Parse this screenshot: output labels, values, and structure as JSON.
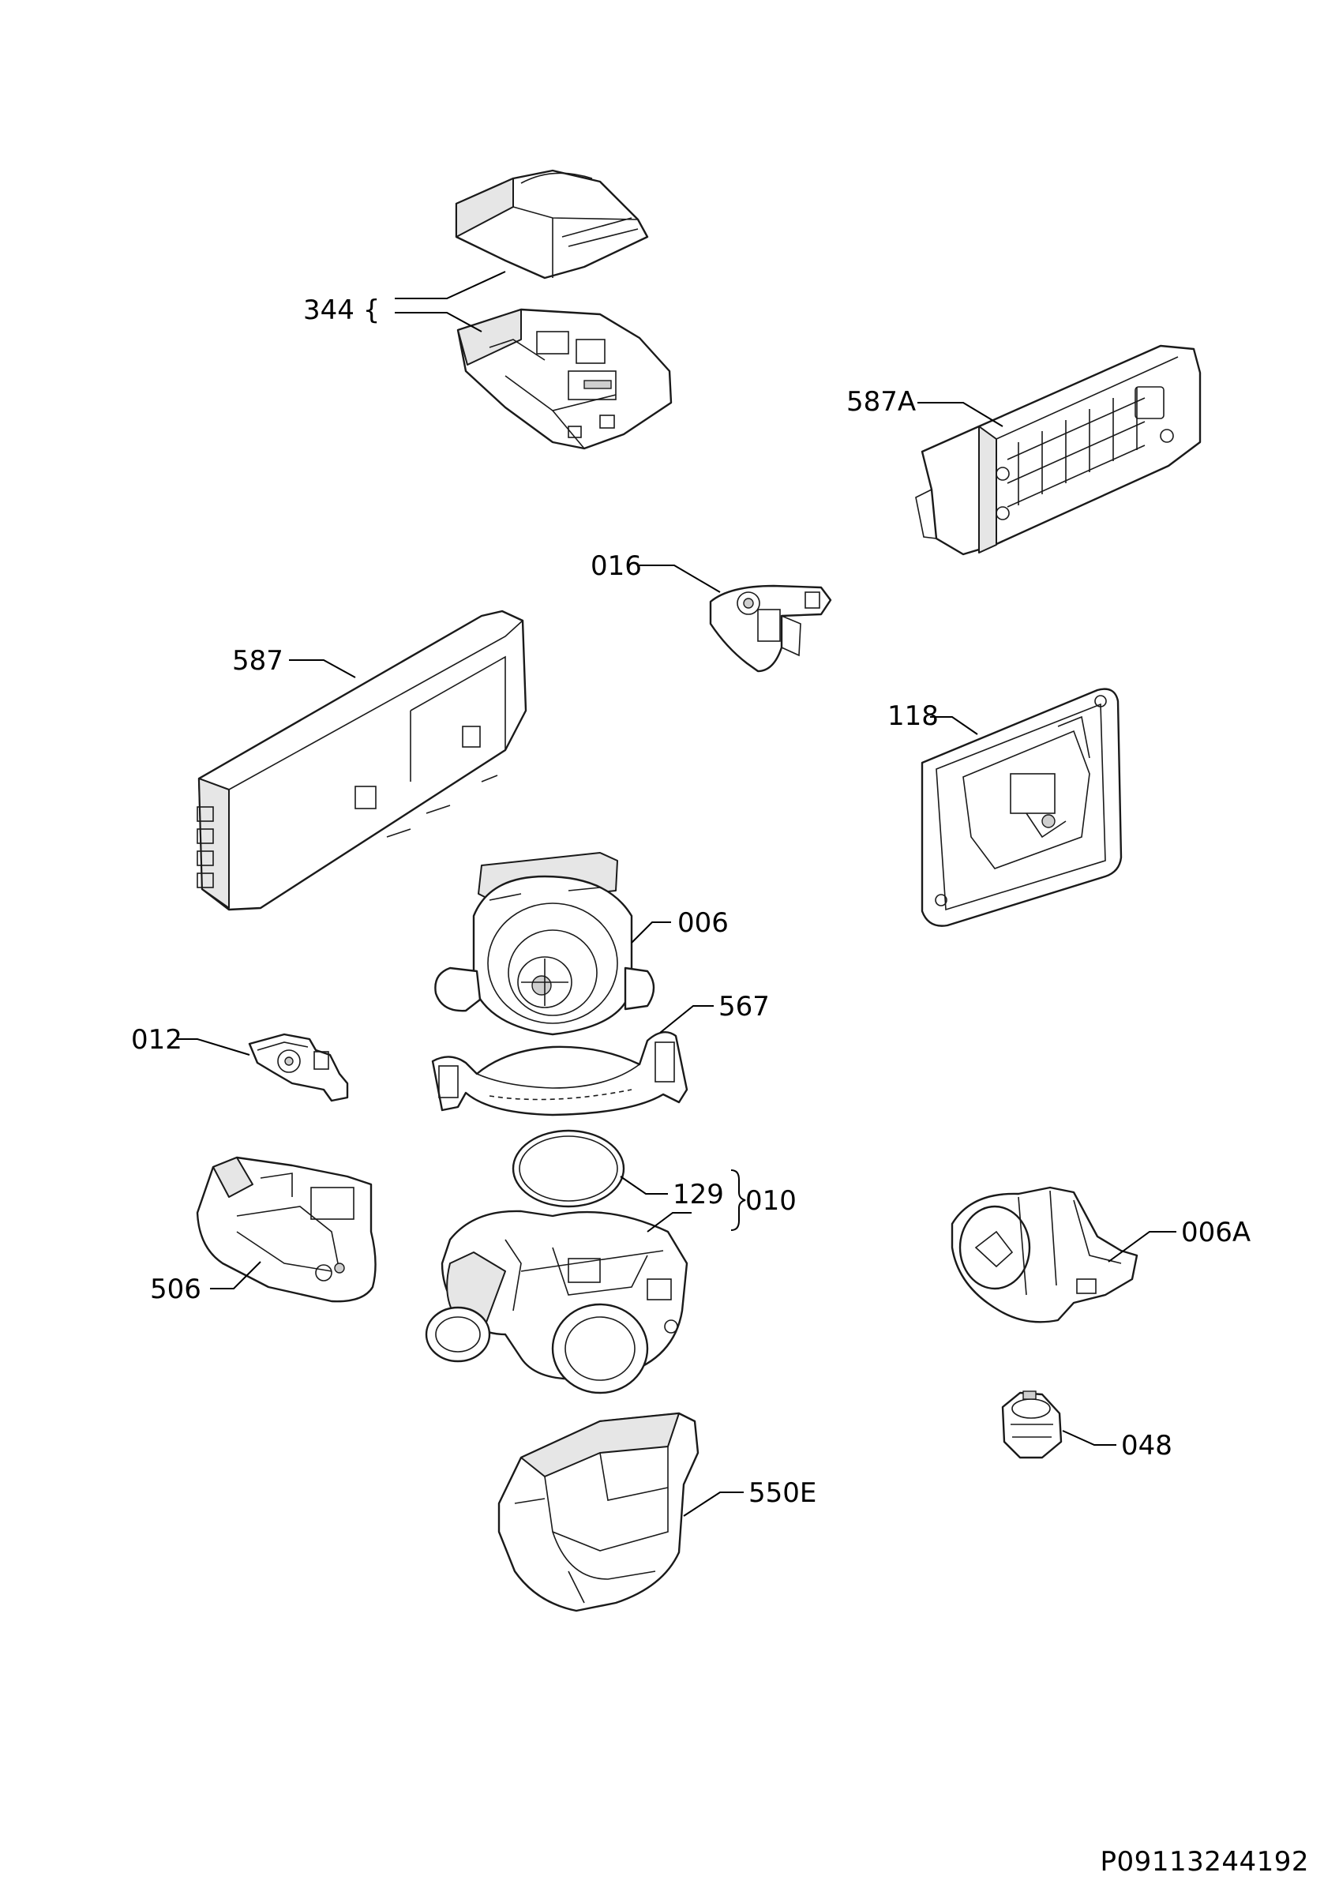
{
  "document_id": "P09113244192",
  "labels": {
    "p344": "344 {",
    "p587a": "587A",
    "p016": "016",
    "p587": "587",
    "p118": "118",
    "p006": "006",
    "p567": "567",
    "p012": "012",
    "p129": "129",
    "p010": "010",
    "p506": "506",
    "p006a": "006A",
    "p048": "048",
    "p550e": "550E"
  }
}
